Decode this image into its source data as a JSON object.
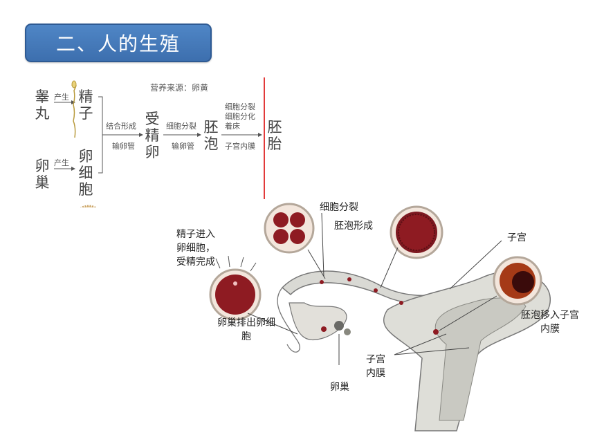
{
  "slide": {
    "title": "二、人的生殖"
  },
  "flow": {
    "nutrition_source": "营养来源：卵黄",
    "testis": "睾丸",
    "ovary": "卵巢",
    "produce_1": "产生",
    "produce_2": "产生",
    "sperm": "精子",
    "egg": "卵细胞",
    "combine": "结合形成",
    "oviduct_1": "输卵管",
    "zygote": "受精卵",
    "cell_division": "细胞分裂",
    "oviduct_2": "输卵管",
    "blastocyst": "胚泡",
    "stage3_line1": "细胞分裂",
    "stage3_line2": "细胞分化",
    "stage3_line3": "着床",
    "uterus_lining": "子宫内膜",
    "embryo": "胚胎"
  },
  "figure": {
    "cell_division": "细胞分裂",
    "blastocyst_forms": "胚泡形成",
    "sperm_enters_line1": "精子进入",
    "sperm_enters_line2": "卵细胞，",
    "sperm_enters_line3": "受精完成",
    "uterus": "子宫",
    "ovary_releases_line1": "卵巢排出卵细",
    "ovary_releases_line2": "胞",
    "blastocyst_moves_line1": "胚泡移入子宫",
    "blastocyst_moves_line2": "内膜",
    "endometrium_line1": "子宫",
    "endometrium_line2": "内膜",
    "ovary": "卵巢"
  },
  "colors": {
    "title_bg": "#4376b6",
    "divider_red": "#e23a3a",
    "cell_red": "#8e1b22"
  }
}
